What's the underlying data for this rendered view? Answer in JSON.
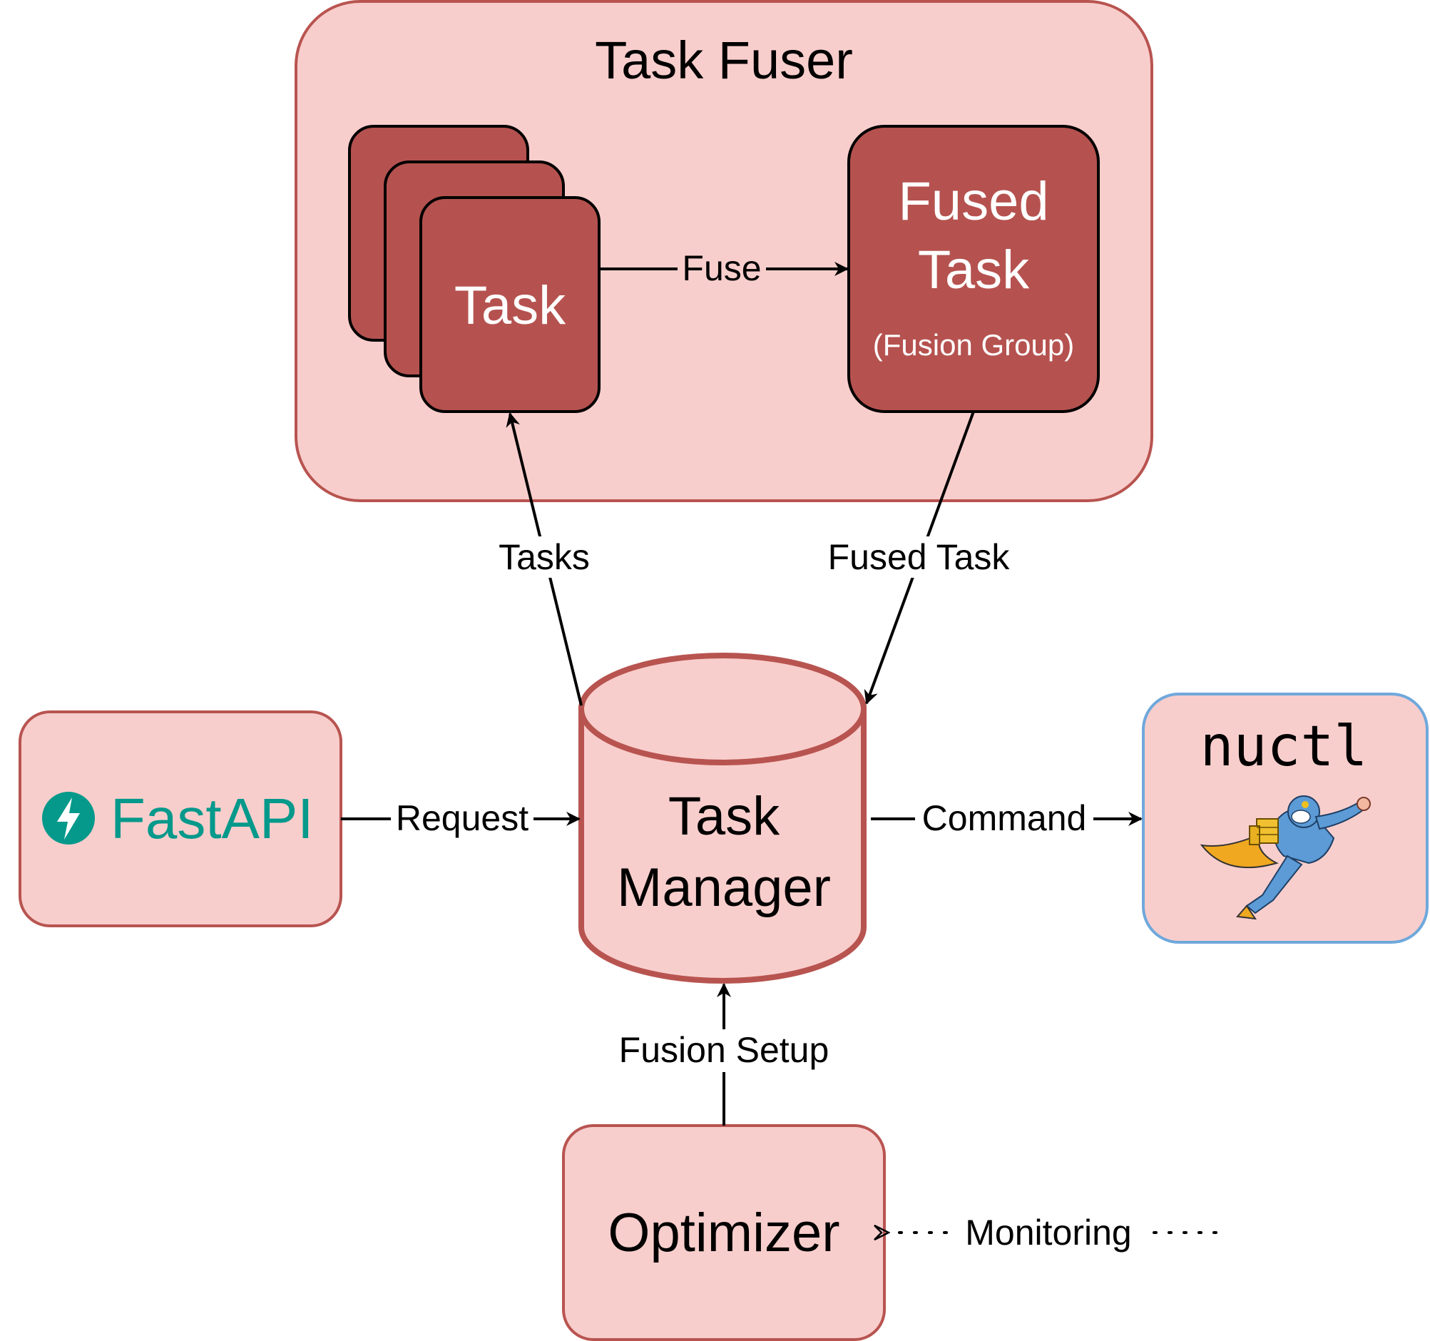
{
  "colors": {
    "container_fill": "#f8cecc",
    "container_stroke": "#b85450",
    "task_fill": "#b5524f",
    "dark_stroke": "#000000",
    "nuctl_stroke": "#6fa8dc",
    "fastapi_teal": "#05998b",
    "text": "#000000",
    "text_light": "#ffffff"
  },
  "task_fuser": {
    "title": "Task Fuser",
    "task_label": "Task",
    "fused_task_title_line1": "Fused",
    "fused_task_title_line2": "Task",
    "fused_task_subtitle": "(Fusion Group)"
  },
  "task_manager": {
    "line1": "Task",
    "line2": "Manager"
  },
  "fastapi": {
    "logo_text": "FastAPI",
    "icon": "lightning-bolt-icon"
  },
  "nuctl": {
    "label": "nuctl",
    "icon": "superhero-mascot-icon"
  },
  "optimizer": {
    "label": "Optimizer"
  },
  "edges": {
    "fuse": "Fuse",
    "tasks": "Tasks",
    "fused_task": "Fused Task",
    "request": "Request",
    "command": "Command",
    "fusion_setup": "Fusion Setup",
    "monitoring": "Monitoring"
  }
}
